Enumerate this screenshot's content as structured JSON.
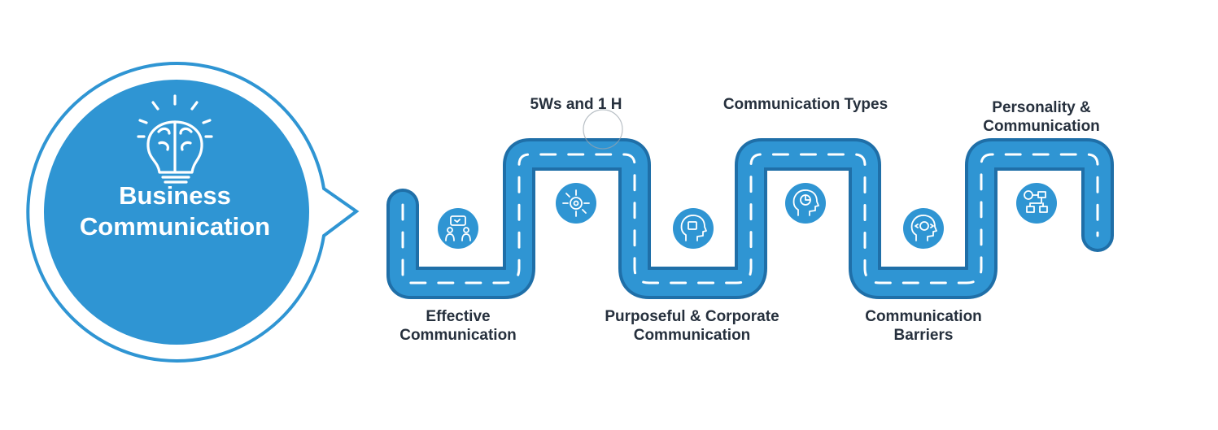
{
  "hub": {
    "title_line1": "Business",
    "title_line2": "Communication",
    "icon": "lightbulb-brain-icon"
  },
  "steps": [
    {
      "line1": "Effective",
      "line2": "Communication",
      "icon": "team-discussion-icon"
    },
    {
      "line1": "5Ws and 1 H",
      "line2": "",
      "icon": "head-gear-network-icon"
    },
    {
      "line1": "Purposeful & Corporate",
      "line2": "Communication",
      "icon": "head-puzzle-icon"
    },
    {
      "line1": "Communication Types",
      "line2": "",
      "icon": "head-pie-chart-icon"
    },
    {
      "line1": "Communication",
      "line2": "Barriers",
      "icon": "head-cycle-icon"
    },
    {
      "line1": "Personality &",
      "line2": "Communication",
      "icon": "gear-flowchart-icon"
    }
  ],
  "colors": {
    "road": "#2f95d3",
    "road_edge": "#1f6fa8",
    "hub_fill": "#2f95d3",
    "hub_ring": "#2f95d3",
    "text": "#26303d",
    "dash": "#ffffff"
  }
}
